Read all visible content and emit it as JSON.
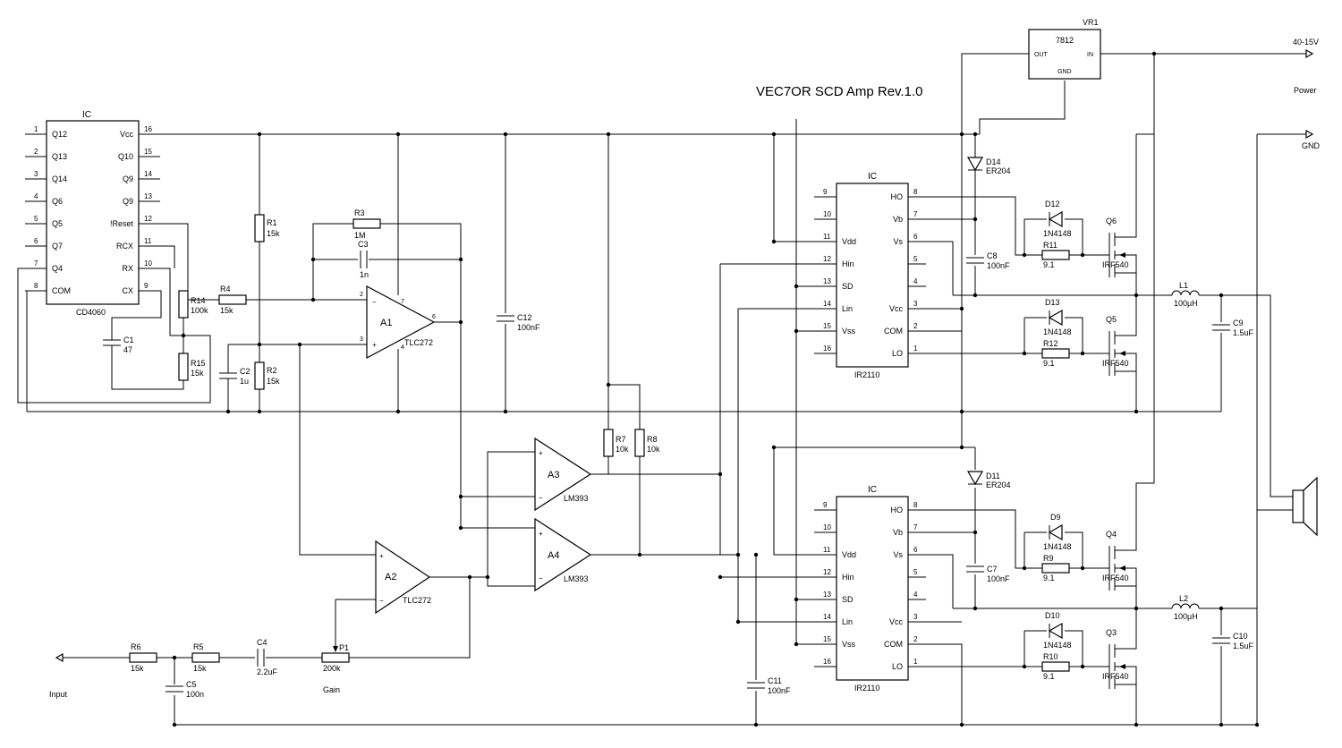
{
  "title": "VEC7OR SCD Amp Rev.1.0",
  "power": {
    "label": "Power",
    "supply": "40-15V",
    "gnd": "GND"
  },
  "input": {
    "label": "Input"
  },
  "gain": {
    "label": "Gain"
  },
  "vr1": {
    "ref": "VR1",
    "part": "7812",
    "out": "OUT",
    "in": "IN",
    "gnd": "GND"
  },
  "cd4060": {
    "header": "IC",
    "part": "CD4060",
    "left_pins": [
      {
        "num": "1",
        "name": "Q12"
      },
      {
        "num": "2",
        "name": "Q13"
      },
      {
        "num": "3",
        "name": "Q14"
      },
      {
        "num": "4",
        "name": "Q6"
      },
      {
        "num": "5",
        "name": "Q5"
      },
      {
        "num": "6",
        "name": "Q7"
      },
      {
        "num": "7",
        "name": "Q4"
      },
      {
        "num": "8",
        "name": "COM"
      }
    ],
    "right_pins": [
      {
        "num": "16",
        "name": "Vcc"
      },
      {
        "num": "15",
        "name": "Q10"
      },
      {
        "num": "14",
        "name": "Q9"
      },
      {
        "num": "13",
        "name": "Q9"
      },
      {
        "num": "12",
        "name": "!Reset"
      },
      {
        "num": "11",
        "name": "RCX"
      },
      {
        "num": "10",
        "name": "RX"
      },
      {
        "num": "9",
        "name": "CX"
      }
    ]
  },
  "ir2110": {
    "header": "IC",
    "part": "IR2110",
    "left_pins": [
      {
        "num": "9",
        "name": ""
      },
      {
        "num": "10",
        "name": ""
      },
      {
        "num": "11",
        "name": "Vdd"
      },
      {
        "num": "12",
        "name": "Hin"
      },
      {
        "num": "13",
        "name": "SD"
      },
      {
        "num": "14",
        "name": "Lin"
      },
      {
        "num": "15",
        "name": "Vss"
      },
      {
        "num": "16",
        "name": ""
      }
    ],
    "right_pins": [
      {
        "num": "8",
        "name": "HO"
      },
      {
        "num": "7",
        "name": "Vb"
      },
      {
        "num": "6",
        "name": "Vs"
      },
      {
        "num": "5",
        "name": ""
      },
      {
        "num": "4",
        "name": ""
      },
      {
        "num": "3",
        "name": "Vcc"
      },
      {
        "num": "2",
        "name": "COM"
      },
      {
        "num": "1",
        "name": "LO"
      }
    ]
  },
  "opamps": {
    "a1": {
      "ref": "A1",
      "part": "TLC272",
      "p_minus": "2",
      "p_plus": "3",
      "p_out": "6",
      "p_vcc": "7",
      "p_gnd": "4"
    },
    "a2": {
      "ref": "A2",
      "part": "TLC272"
    },
    "a3": {
      "ref": "A3",
      "part": "LM393"
    },
    "a4": {
      "ref": "A4",
      "part": "LM393"
    }
  },
  "components": {
    "r1": {
      "ref": "R1",
      "val": "15k"
    },
    "r2": {
      "ref": "R2",
      "val": "15k"
    },
    "r3": {
      "ref": "R3",
      "val": "1M"
    },
    "r4": {
      "ref": "R4",
      "val": "15k"
    },
    "r5": {
      "ref": "R5",
      "val": "15k"
    },
    "r6": {
      "ref": "R6",
      "val": "15k"
    },
    "r7": {
      "ref": "R7",
      "val": "10k"
    },
    "r8": {
      "ref": "R8",
      "val": "10k"
    },
    "r9": {
      "ref": "R9",
      "val": "9.1"
    },
    "r10": {
      "ref": "R10",
      "val": "9.1"
    },
    "r11": {
      "ref": "R11",
      "val": "9.1"
    },
    "r12": {
      "ref": "R12",
      "val": "9.1"
    },
    "r14": {
      "ref": "R14",
      "val": "100k"
    },
    "r15": {
      "ref": "R15",
      "val": "15k"
    },
    "c1": {
      "ref": "C1",
      "val": "47"
    },
    "c2": {
      "ref": "C2",
      "val": "1u"
    },
    "c3": {
      "ref": "C3",
      "val": "1n"
    },
    "c4": {
      "ref": "C4",
      "val": "2.2uF"
    },
    "c5": {
      "ref": "C5",
      "val": "100n"
    },
    "c7": {
      "ref": "C7",
      "val": "100nF"
    },
    "c8": {
      "ref": "C8",
      "val": "100nF"
    },
    "c9": {
      "ref": "C9",
      "val": "1.5uF"
    },
    "c10": {
      "ref": "C10",
      "val": "1.5uF"
    },
    "c11": {
      "ref": "C11",
      "val": "100nF"
    },
    "c12": {
      "ref": "C12",
      "val": "100nF"
    },
    "p1": {
      "ref": "P1",
      "val": "200k"
    },
    "l1": {
      "ref": "L1",
      "val": "100µH"
    },
    "l2": {
      "ref": "L2",
      "val": "100µH"
    },
    "d9": {
      "ref": "D9",
      "val": "1N4148"
    },
    "d10": {
      "ref": "D10",
      "val": "1N4148"
    },
    "d11": {
      "ref": "D11",
      "val": "ER204"
    },
    "d12": {
      "ref": "D12",
      "val": "1N4148"
    },
    "d13": {
      "ref": "D13",
      "val": "1N4148"
    },
    "d14": {
      "ref": "D14",
      "val": "ER204"
    },
    "q3": {
      "ref": "Q3",
      "val": "IRF540"
    },
    "q4": {
      "ref": "Q4",
      "val": "IRF540"
    },
    "q5": {
      "ref": "Q5",
      "val": "IRF540"
    },
    "q6": {
      "ref": "Q6",
      "val": "IRF540"
    }
  }
}
